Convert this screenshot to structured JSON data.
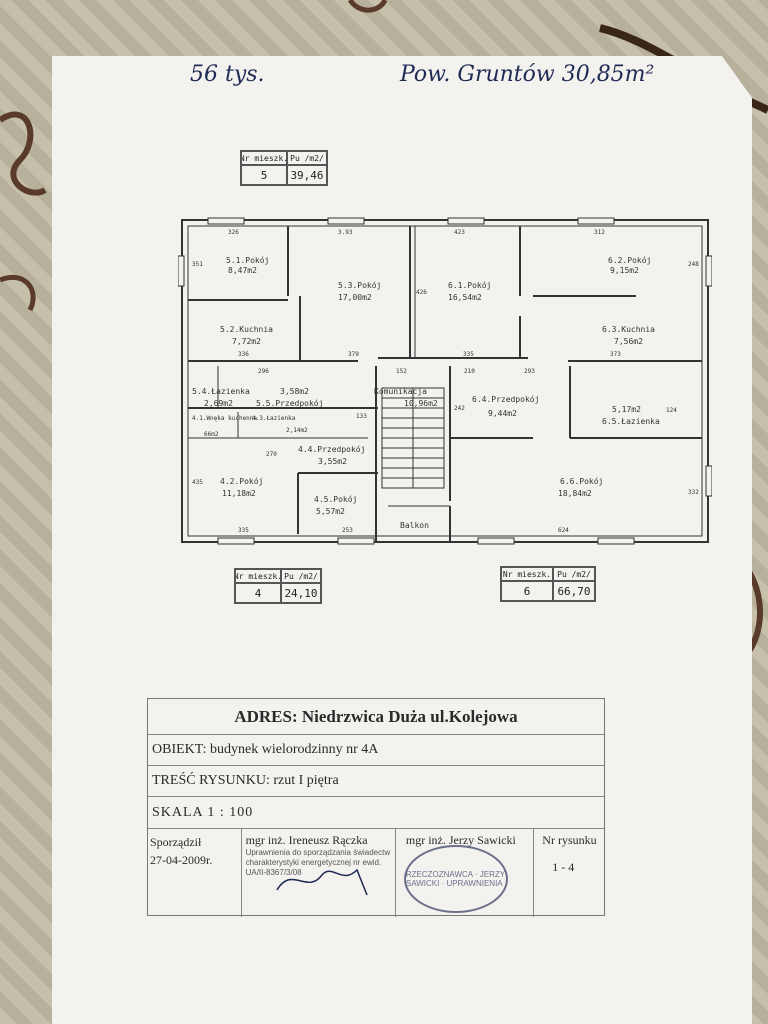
{
  "handwritten": {
    "top_left": "56 tys.",
    "top_right": "Pow. Gruntów 30,85m²"
  },
  "unit_boxes": {
    "header_nr": "Nr mieszk.",
    "header_pu": "Pu /m2/",
    "top": {
      "nr": "5",
      "pu": "39,46"
    },
    "left": {
      "nr": "4",
      "pu": "24,10"
    },
    "right": {
      "nr": "6",
      "pu": "66,70"
    }
  },
  "rooms": {
    "r51": {
      "name": "5.1.Pokój",
      "area": "8,47m2"
    },
    "r53": {
      "name": "5.3.Pokój",
      "area": "17,00m2"
    },
    "r61": {
      "name": "6.1.Pokój",
      "area": "16,54m2"
    },
    "r62": {
      "name": "6.2.Pokój",
      "area": "9,15m2"
    },
    "r52": {
      "name": "5.2.Kuchnia",
      "area": "7,72m2"
    },
    "r63": {
      "name": "6.3.Kuchnia",
      "area": "7,56m2"
    },
    "r54": {
      "name": "5.4.Łazienka",
      "area": "2,69m2"
    },
    "r55": {
      "name": "5.5.Przedpokój",
      "area": "3,58m2"
    },
    "comm": {
      "name": "Komunikacja",
      "area": "10,96m2"
    },
    "r64": {
      "name": "6.4.Przedpokój",
      "area": "9,44m2"
    },
    "r65": {
      "name": "6.5.Łazienka",
      "area": "5,17m2"
    },
    "r41": {
      "name": "4.1.Wnęka kuchenna",
      "area": "66m2"
    },
    "r43": {
      "name": "4.3.Łazienka",
      "area": "2,14m2"
    },
    "r44": {
      "name": "4.4.Przedpokój",
      "area": "3,55m2"
    },
    "r42": {
      "name": "4.2.Pokój",
      "area": "11,18m2"
    },
    "r45": {
      "name": "4.5.Pokój",
      "area": "5,57m2"
    },
    "r66": {
      "name": "6.6.Pokój",
      "area": "18,84m2"
    },
    "balkon": {
      "name": "Balkon"
    }
  },
  "dimensions": {
    "d326": "326",
    "d393": "3.93",
    "d423": "423",
    "d312": "312",
    "d351": "351",
    "d426": "426",
    "d248": "248",
    "d336": "336",
    "d379": "379",
    "d335": "335",
    "d373": "373",
    "d296": "296",
    "d152": "152",
    "d210": "210",
    "d293": "293",
    "d133": "133",
    "d242": "242",
    "d624": "624",
    "d335b": "335",
    "d253": "253",
    "d435": "435",
    "d332": "332",
    "d124": "124",
    "d270": "270"
  },
  "title_block": {
    "address_label": "ADRES:",
    "address": "Niedrzwica Duża ul.Kolejowa",
    "object_label": "OBIEKT:",
    "object": "budynek wielorodzinny nr 4A",
    "content_label": "TREŚĆ RYSUNKU:",
    "content": "rzut I piętra",
    "scale": "SKALA  1 : 100",
    "prepared_label": "Sporządził",
    "prepared_date": "27-04-2009r.",
    "author1": "mgr inż. Ireneusz Rączka",
    "author1_stamp": "Uprawnienia do sporządzania świadectw charakterystyki energetycznej nr ewid. UA/II-8367/3/08",
    "author2": "mgr inż. Jerzy Sawicki",
    "stamp_text": "RZECZOZNAWCA · JERZY SAWICKI · UPRAWNIENIA",
    "drawing_no_label": "Nr rysunku",
    "drawing_no": "1 - 4"
  }
}
